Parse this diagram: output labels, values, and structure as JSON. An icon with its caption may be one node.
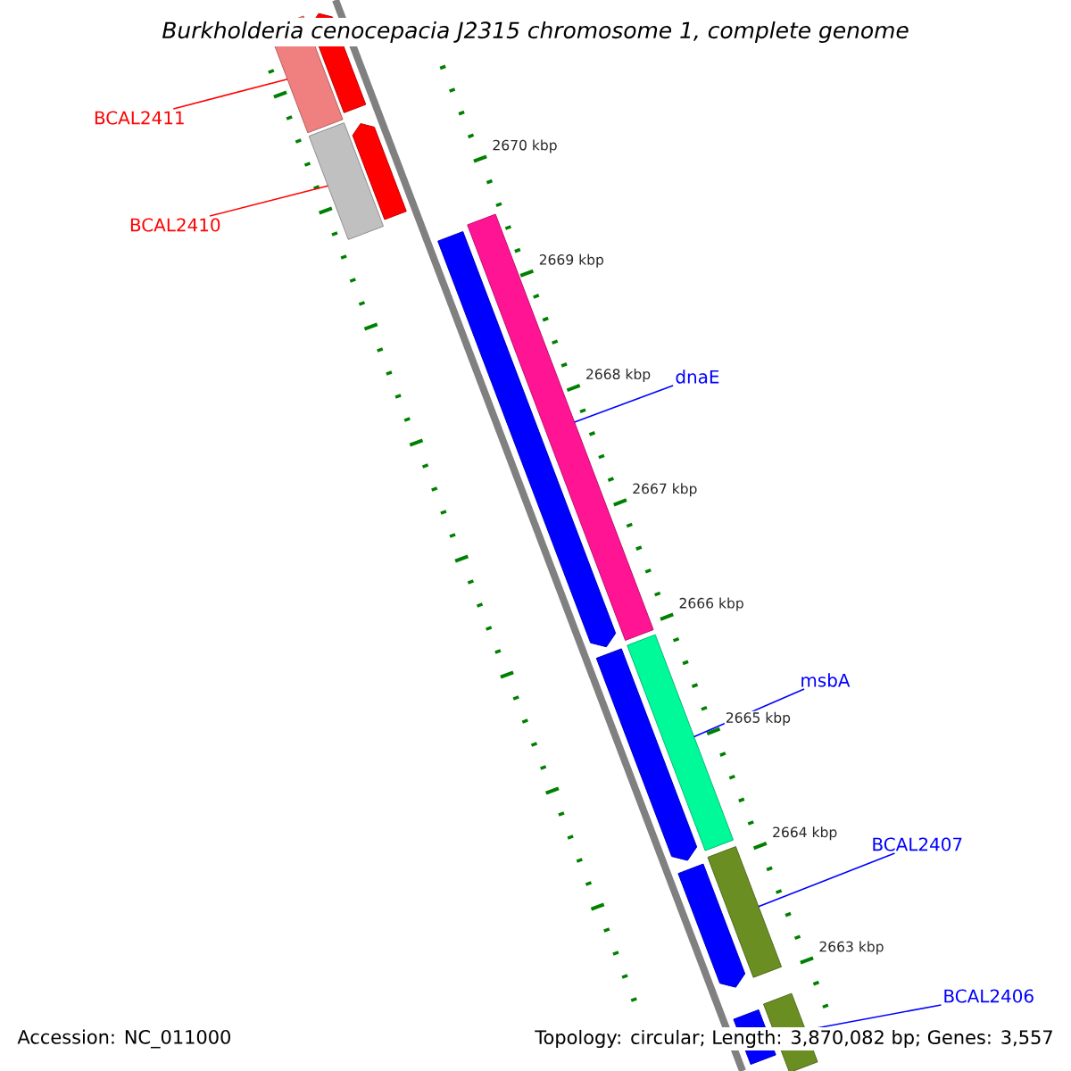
{
  "diagram": {
    "title": "Burkholderia cenocepacia J2315 chromosome 1, complete genome",
    "nodes": [
      {
        "text": [
          "BCAL2411"
        ]
      },
      {
        "text": [],
        "shape": "bar"
      },
      {
        "text": [],
        "shape": "arrow"
      },
      {
        "text": [
          "BCAL2410"
        ]
      },
      {
        "text": [],
        "shape": "bar"
      },
      {
        "text": [],
        "shape": "arrow"
      },
      {
        "text": [],
        "shape": "arrow"
      },
      {
        "text": [],
        "shape": "bar"
      },
      {
        "text": [
          "dnaE"
        ]
      },
      {
        "text": [],
        "shape": "arrow"
      },
      {
        "text": [],
        "shape": "bar"
      },
      {
        "text": [
          "msbA"
        ]
      },
      {
        "text": [],
        "shape": "arrow"
      },
      {
        "text": [],
        "shape": "bar"
      },
      {
        "text": [
          "BCAL2407"
        ]
      },
      {
        "text": [],
        "shape": "bar"
      },
      {
        "text": [],
        "shape": "bar"
      },
      {
        "text": [
          "BCAL2406"
        ]
      }
    ],
    "edges": [
      {
        "from": 0,
        "to": 1,
        "arrow": "none",
        "color": "#ff0000"
      },
      {
        "from": 3,
        "to": 4,
        "arrow": "none",
        "color": "#ff0000"
      },
      {
        "from": 8,
        "to": 7,
        "arrow": "none"
      },
      {
        "from": 11,
        "to": 10,
        "arrow": "none"
      },
      {
        "from": 14,
        "to": 13,
        "arrow": "none"
      },
      {
        "from": 17,
        "to": 16,
        "arrow": "none"
      }
    ],
    "labels": [
      "2670 kbp",
      "2669 kbp",
      "2668 kbp",
      "2667 kbp",
      "2666 kbp",
      "2665 kbp",
      "2664 kbp",
      "2663 kbp",
      "Accession: NC_011000",
      "Topology: circular; Length: 3,870,082 bp; Genes: 3,557"
    ]
  }
}
